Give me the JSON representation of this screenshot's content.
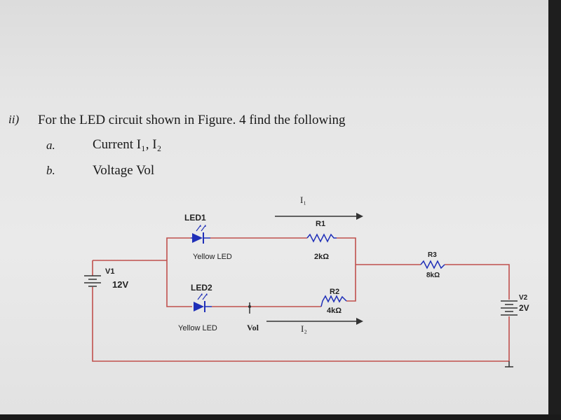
{
  "question": {
    "number": "ii)",
    "text": "For the LED circuit shown in Figure. 4 find the following",
    "items": [
      {
        "letter": "a.",
        "text": "Current I₁, I₂"
      },
      {
        "letter": "b.",
        "text": "Voltage Vol"
      }
    ]
  },
  "circuit": {
    "current_I1": "I₁",
    "current_I2": "I₂",
    "led1": {
      "name": "LED1",
      "type": "Yellow LED"
    },
    "led2": {
      "name": "LED2",
      "type": "Yellow LED"
    },
    "r1": {
      "name": "R1",
      "value": "2kΩ"
    },
    "r2": {
      "name": "R2",
      "value": "4kΩ"
    },
    "r3": {
      "name": "R3",
      "value": "8kΩ"
    },
    "v1": {
      "name": "V1",
      "value": "12V"
    },
    "v2": {
      "name": "V2",
      "value": "2V"
    },
    "node_label": "Vol",
    "colors": {
      "wire": "#c0504d",
      "component": "#1f2fb8",
      "label": "#1a1a1a"
    }
  }
}
